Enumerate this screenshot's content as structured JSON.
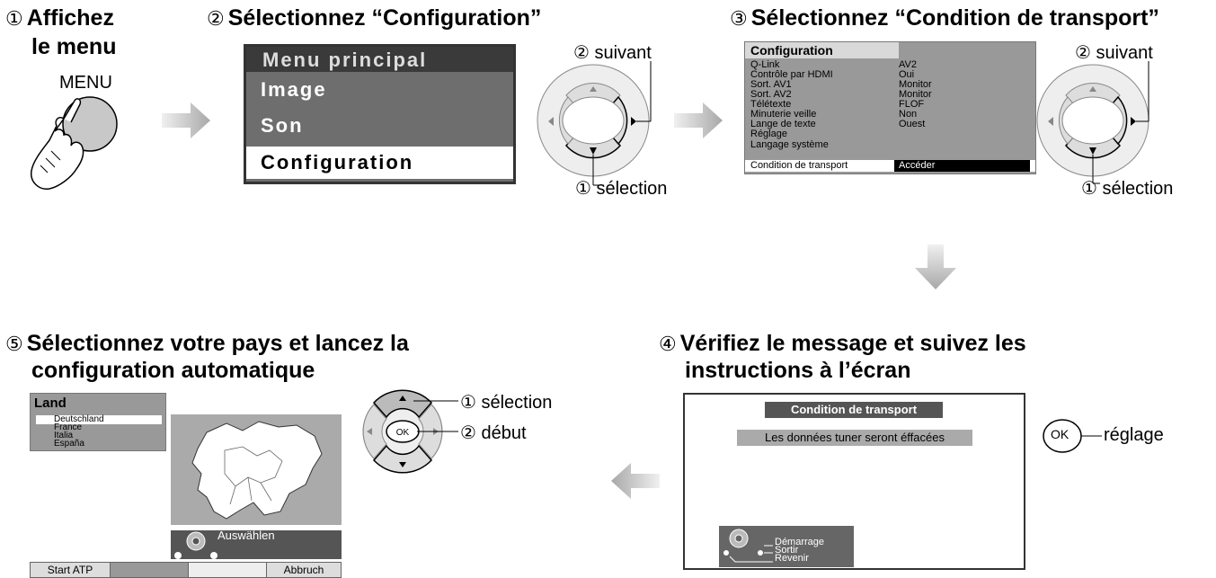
{
  "steps": {
    "s1": {
      "num": "①",
      "line1": "Affichez",
      "line2": "le menu",
      "button": "MENU"
    },
    "s2": {
      "num": "②",
      "title": "Sélectionnez “Configuration”"
    },
    "s3": {
      "num": "③",
      "title": "Sélectionnez “Condition de transport”"
    },
    "s4": {
      "num": "④",
      "line1": "Vérifiez le message et suivez les",
      "line2": "instructions à l’écran"
    },
    "s5": {
      "num": "⑤",
      "line1": "Sélectionnez votre pays et lancez la",
      "line2": "configuration automatique"
    }
  },
  "remote_labels": {
    "suivant": "② suivant",
    "selection": "① sélection",
    "debut": "② début",
    "ok": "OK",
    "reglage": "réglage"
  },
  "main_menu": {
    "title": "Menu principal",
    "items": [
      "Image",
      "Son",
      "Configuration"
    ],
    "selected_index": 2
  },
  "config_menu": {
    "title": "Configuration",
    "rows": [
      {
        "label": "Q-Link",
        "value": "AV2"
      },
      {
        "label": "Contrôle par HDMI",
        "value": "Oui"
      },
      {
        "label": "Sort. AV1",
        "value": "Monitor"
      },
      {
        "label": "Sort. AV2",
        "value": "Monitor"
      },
      {
        "label": "Télétexte",
        "value": "FLOF"
      },
      {
        "label": "Minuterie veille",
        "value": "Non"
      },
      {
        "label": "Lange de texte",
        "value": "Ouest"
      },
      {
        "label": "Réglage",
        "value": ""
      },
      {
        "label": "Langage système",
        "value": ""
      },
      {
        "label": "Condition de transport",
        "value": "Accéder"
      }
    ]
  },
  "transport_screen": {
    "title": "Condition de transport",
    "message": "Les données tuner seront éffacées",
    "nav": [
      "Démarrage",
      "Sortir",
      "Revenir"
    ]
  },
  "land_screen": {
    "title": "Land",
    "countries": [
      "Deutschland",
      "France",
      "Italia",
      "España"
    ],
    "selected": "Deutschland",
    "nav_label": "Auswählen",
    "bar": [
      "Start ATP",
      "",
      "",
      "Abbruch"
    ]
  },
  "colors": {
    "arrow": "#b5b5b5",
    "screen_dark": "#3a3a3a",
    "screen_grey": "#999999"
  }
}
